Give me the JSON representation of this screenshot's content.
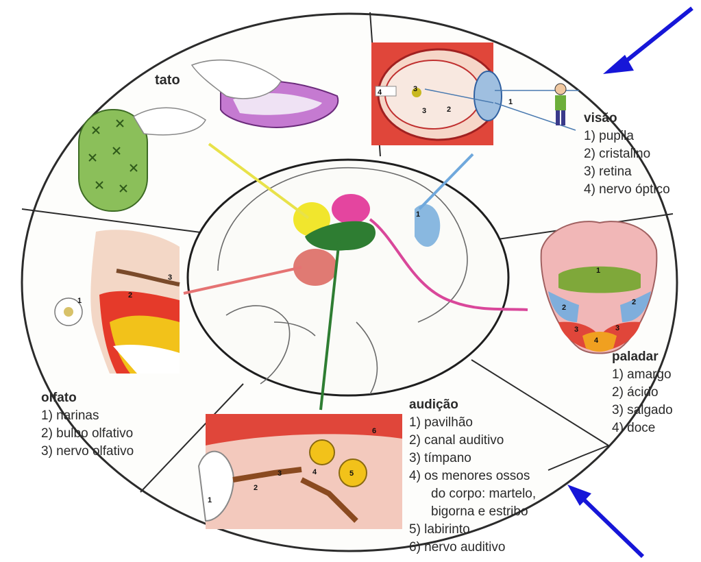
{
  "senses": {
    "tato": {
      "title": "tato"
    },
    "visao": {
      "title": "visão",
      "items": [
        "1) pupila",
        "2) cristalino",
        "3) retina",
        "4) nervo óptico"
      ]
    },
    "paladar": {
      "title": "paladar",
      "items": [
        "1) amargo",
        "2) ácido",
        "3) salgado",
        "4) doce"
      ]
    },
    "olfato": {
      "title": "olfato",
      "items": [
        "1) narinas",
        "2) bulbo olfativo",
        "3) nervo olfativo"
      ]
    },
    "audicao": {
      "title": "audição",
      "items": [
        "1) pavilhão",
        "2) canal auditivo",
        "3) tímpano",
        "4) os menores ossos"
      ],
      "continuation": [
        "do corpo: martelo,",
        "bigorna e estribo"
      ],
      "items2": [
        "5) labirinto",
        "6) nervo auditivo"
      ]
    }
  },
  "figure_numbers": {
    "eye": [
      "4",
      "3",
      "2",
      "1"
    ],
    "tongue": [
      "1",
      "2",
      "2",
      "3",
      "3",
      "4"
    ],
    "nose": [
      "1",
      "2",
      "3"
    ],
    "ear": [
      "1",
      "2",
      "3",
      "4",
      "5",
      "6"
    ],
    "brain": [
      "1"
    ]
  },
  "colors": {
    "tato_line": "#e8e24a",
    "visao_line": "#6fa8dc",
    "paladar_line": "#d9479a",
    "olfato_line": "#e57373",
    "audicao_line": "#2e7d32",
    "arrow": "#1616d8"
  },
  "icons": [
    "arrow-pointer-icon",
    "arrow-pointer-icon"
  ]
}
